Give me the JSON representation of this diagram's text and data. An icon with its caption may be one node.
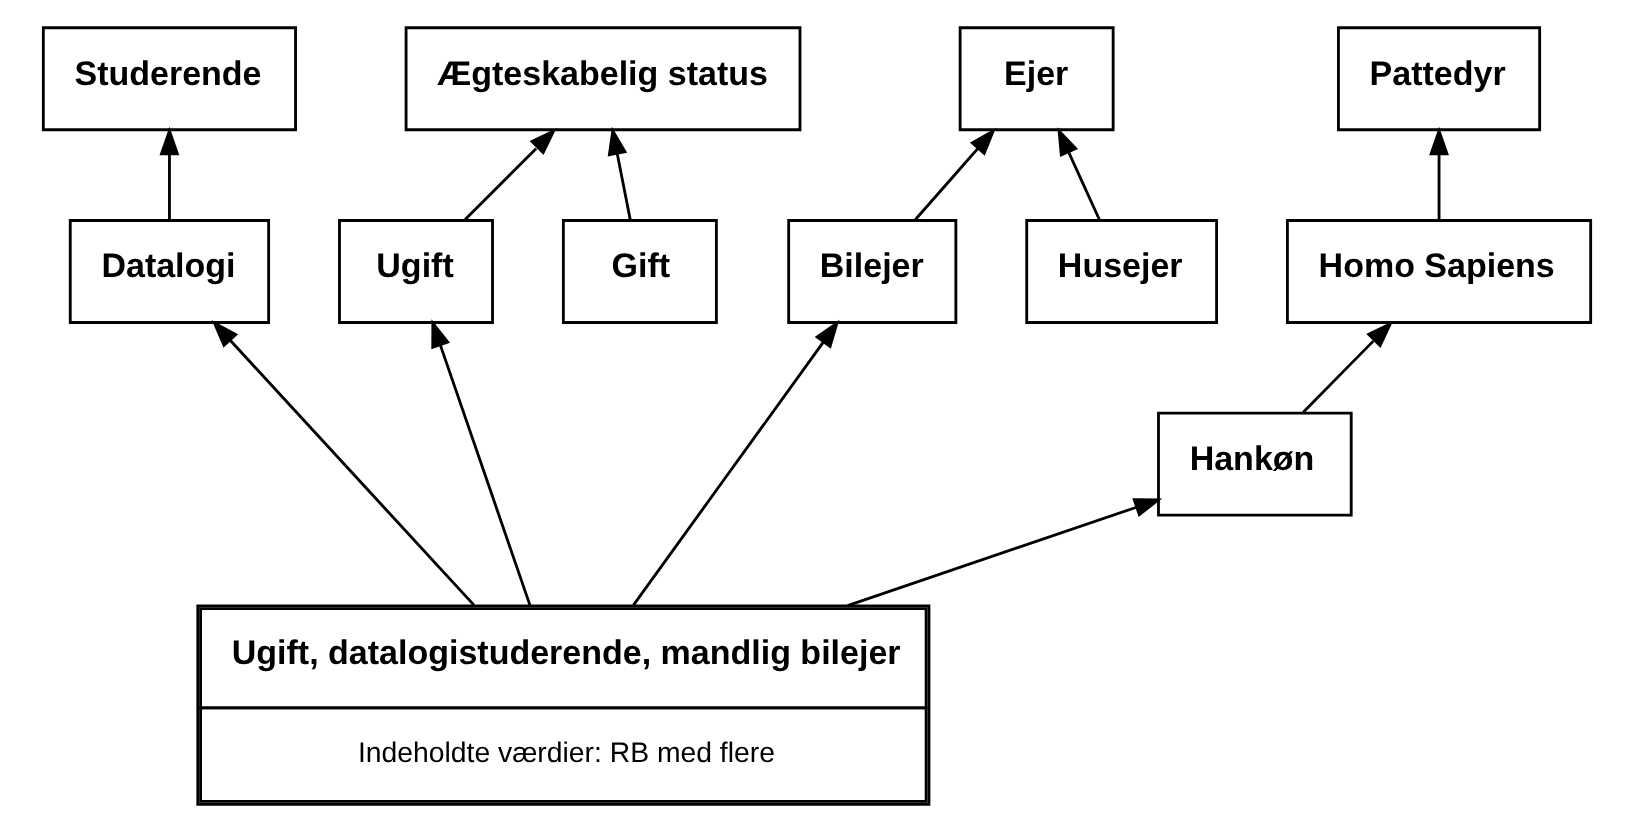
{
  "diagram": {
    "nodes": [
      {
        "text": [
          "Pattedyr"
        ]
      },
      {
        "text": [
          "Studerende"
        ]
      },
      {
        "text": [
          "Ægteskabelig status"
        ]
      },
      {
        "text": [
          "Ejer"
        ]
      },
      {
        "text": [
          "Homo Sapiens"
        ]
      },
      {
        "text": [
          "Datalogi"
        ]
      },
      {
        "text": [
          "Gift"
        ]
      },
      {
        "text": [
          "Ugift"
        ]
      },
      {
        "text": [
          "Bilejer"
        ]
      },
      {
        "text": [
          "Husejer"
        ]
      },
      {
        "text": [
          "Hankøn"
        ]
      },
      {
        "text": [
          "Ugift, datalogistuderende, mandlig bilejer",
          "Indeholdte værdier: RB med flere"
        ]
      }
    ],
    "edges": [
      {
        "from": 4,
        "to": 0,
        "arrow": "to"
      },
      {
        "from": 5,
        "to": 1,
        "arrow": "to"
      },
      {
        "from": 6,
        "to": 2,
        "arrow": "to"
      },
      {
        "from": 7,
        "to": 2,
        "arrow": "to"
      },
      {
        "from": 8,
        "to": 3,
        "arrow": "to"
      },
      {
        "from": 9,
        "to": 3,
        "arrow": "to"
      },
      {
        "from": 10,
        "to": 4,
        "arrow": "to"
      },
      {
        "from": 11,
        "to": 10,
        "arrow": "to"
      },
      {
        "from": 11,
        "to": 5,
        "arrow": "to"
      },
      {
        "from": 11,
        "to": 7,
        "arrow": "to"
      },
      {
        "from": 11,
        "to": 8,
        "arrow": "to"
      }
    ]
  }
}
